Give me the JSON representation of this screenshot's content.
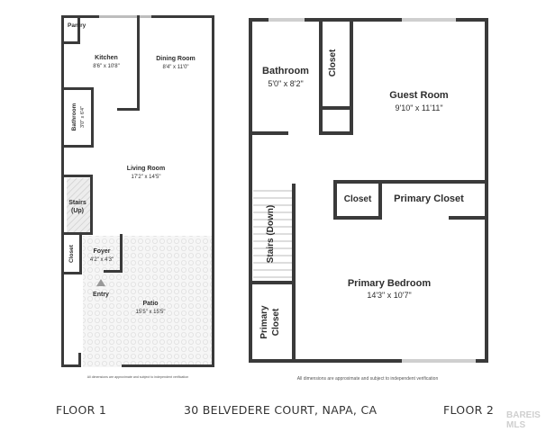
{
  "floor1": {
    "rooms": {
      "pantry": "Pantry",
      "kitchen": {
        "name": "Kitchen",
        "dim": "8'6\" x 10'8\""
      },
      "dining": {
        "name": "Dining Room",
        "dim": "8'4\" x 11'0\""
      },
      "bathroom": {
        "name": "Bathroom",
        "dim": "3'0\" x 6'4\""
      },
      "living": {
        "name": "Living Room",
        "dim": "17'2\" x 14'5\""
      },
      "stairs": {
        "line1": "Stairs",
        "line2": "(Up)"
      },
      "closet": "Closet",
      "foyer": {
        "name": "Foyer",
        "dim": "4'2\" x 4'3\""
      },
      "entry": "Entry",
      "patio": {
        "name": "Patio",
        "dim": "15'5\" x 15'5\""
      }
    },
    "note": "All dimensions are approximate and subject to independent verification",
    "label": "FLOOR 1"
  },
  "floor2": {
    "rooms": {
      "bathroom": {
        "name": "Bathroom",
        "dim": "5'0\" x 8'2\""
      },
      "closet_top": "Closet",
      "guest": {
        "name": "Guest Room",
        "dim": "9'10\" x 11'11\""
      },
      "closet_mid": "Closet",
      "primary_closet": "Primary Closet",
      "stairs": "Stairs (Down)",
      "primary_bedroom": {
        "name": "Primary Bedroom",
        "dim": "14'3\" x 10'7\""
      },
      "primary_closet_left": {
        "line1": "Primary",
        "line2": "Closet"
      }
    },
    "note": "All dimensions are approximate and subject to independent verification",
    "label": "FLOOR 2"
  },
  "address": "30 BELVEDERE COURT, NAPA, CA",
  "watermark": "BAREIS MLS"
}
